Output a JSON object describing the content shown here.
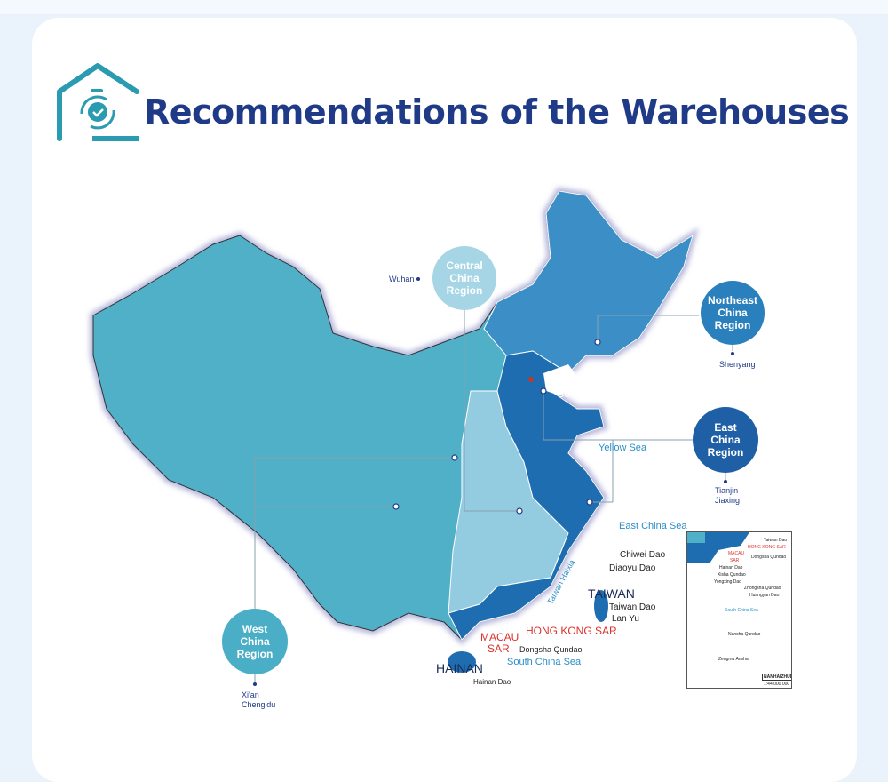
{
  "title": "Recommendations of the Warehouses",
  "colors": {
    "title": "#1f3a87",
    "west": "#4fb0c8",
    "central": "#93cbe0",
    "east": "#1e6db0",
    "northeast": "#3b8fc6",
    "logo": "#2a9bb0"
  },
  "regions": [
    {
      "name": "Central China Region",
      "cities": [
        "Wuhan"
      ]
    },
    {
      "name": "Northeast China Region",
      "cities": [
        "Shenyang"
      ]
    },
    {
      "name": "East China Region",
      "cities": [
        "Tianjin",
        "Jiaxing"
      ]
    },
    {
      "name": "West China Region",
      "cities": [
        "Xi'an",
        "Cheng'du"
      ]
    }
  ],
  "region_labels": {
    "central": [
      "Central",
      "China",
      "Region"
    ],
    "northeast": [
      "Northeast",
      "China",
      "Region"
    ],
    "east": [
      "East",
      "China",
      "Region"
    ],
    "west": [
      "West",
      "China",
      "Region"
    ]
  },
  "seas": {
    "bohai": "Bo Hai",
    "yellow": "Yellow Sea",
    "east_china": "East China Sea",
    "south_china": "South China Sea",
    "taiwan_strait": "Taiwan Haixia"
  },
  "places": {
    "chiwei": "Chiwei Dao",
    "diaoyu": "Diaoyu Dao",
    "taiwan": "TAIWAN",
    "taiwan_dao": "Taiwan Dao",
    "lan_yu": "Lan Yu",
    "hong_kong": "HONG KONG SAR",
    "macau": "MACAU",
    "sar": "SAR",
    "dongsha": "Dongsha Qundao",
    "hainan": "HAINAN",
    "hainan_dao": "Hainan Dao"
  },
  "inset": {
    "labels": [
      "Taiwan Dao",
      "HONG KONG SAR",
      "MACAU",
      "SAR",
      "Dongsha Qundao",
      "Hainan Dao",
      "Xisha Qundao",
      "Yongxing Dao",
      "Zhongsha Qundao",
      "Huangyan Dao",
      "South China Sea",
      "Nansha Qundao",
      "Zengmu Ansha"
    ],
    "legend_code": "NANHAIZHUDAO",
    "scale": "1:44 000 000"
  }
}
